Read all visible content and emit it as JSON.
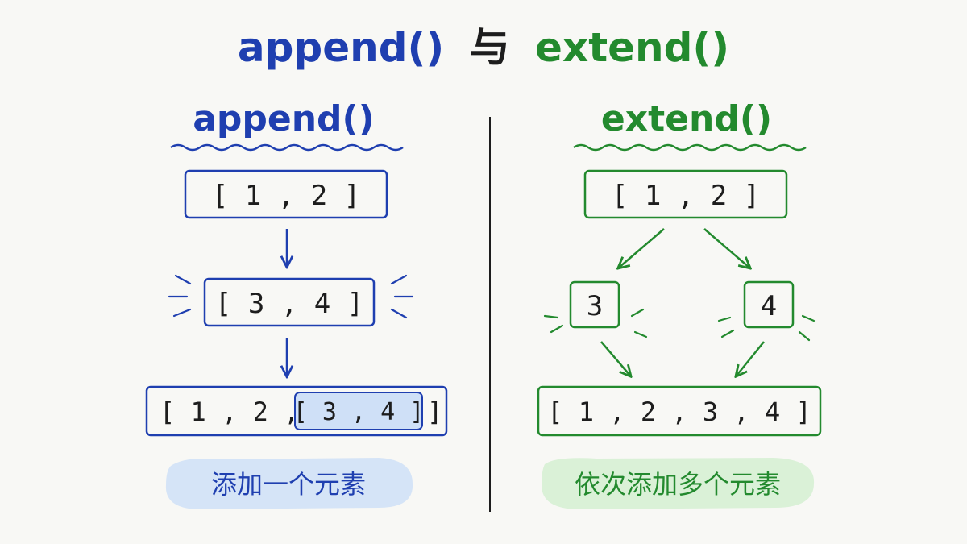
{
  "title": {
    "left": "append()",
    "middle": "与",
    "right": "extend()"
  },
  "colors": {
    "append": "#1f3fb0",
    "extend": "#238a2e",
    "ink": "#1d1d1d",
    "append_highlight": "#cfe0f7",
    "extend_highlight": "#d6efd4",
    "background": "#f8f8f5"
  },
  "append": {
    "heading": "append()",
    "initial": "[ 1 , 2 ]",
    "item": "[ 3 , 4 ]",
    "result_prefix": "[ 1 , 2 ,",
    "result_nested": "[ 3 , 4 ]",
    "result_suffix": "]",
    "caption": "添加一个元素"
  },
  "extend": {
    "heading": "extend()",
    "initial": "[ 1 , 2 ]",
    "item_a": "3",
    "item_b": "4",
    "result": "[ 1 , 2 , 3 , 4 ]",
    "caption": "依次添加多个元素"
  }
}
